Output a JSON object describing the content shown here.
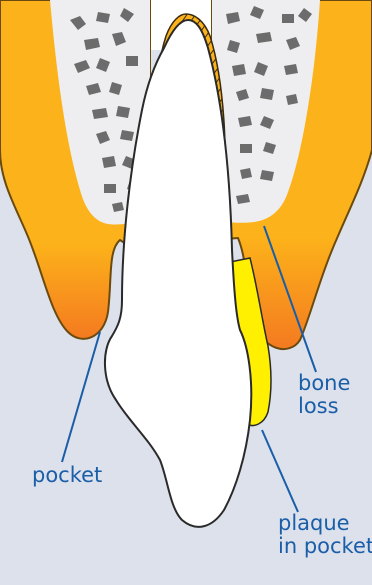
{
  "labels": {
    "bone_loss": "bone\nloss",
    "pocket": "pocket",
    "plaque": "plaque\nin pocket"
  },
  "colors": {
    "background_panel": "#dde1ec",
    "bone": "#fcb21a",
    "bone_outline": "#6b4a0e",
    "bone_deep": "#f47a20",
    "marrow": "#eeeef0",
    "marrow_spots": "#6c6c6c",
    "tooth": "#ffffff",
    "tooth_outline": "#2a2a2a",
    "plaque": "#ffef00",
    "leader": "#1a5ea8"
  }
}
